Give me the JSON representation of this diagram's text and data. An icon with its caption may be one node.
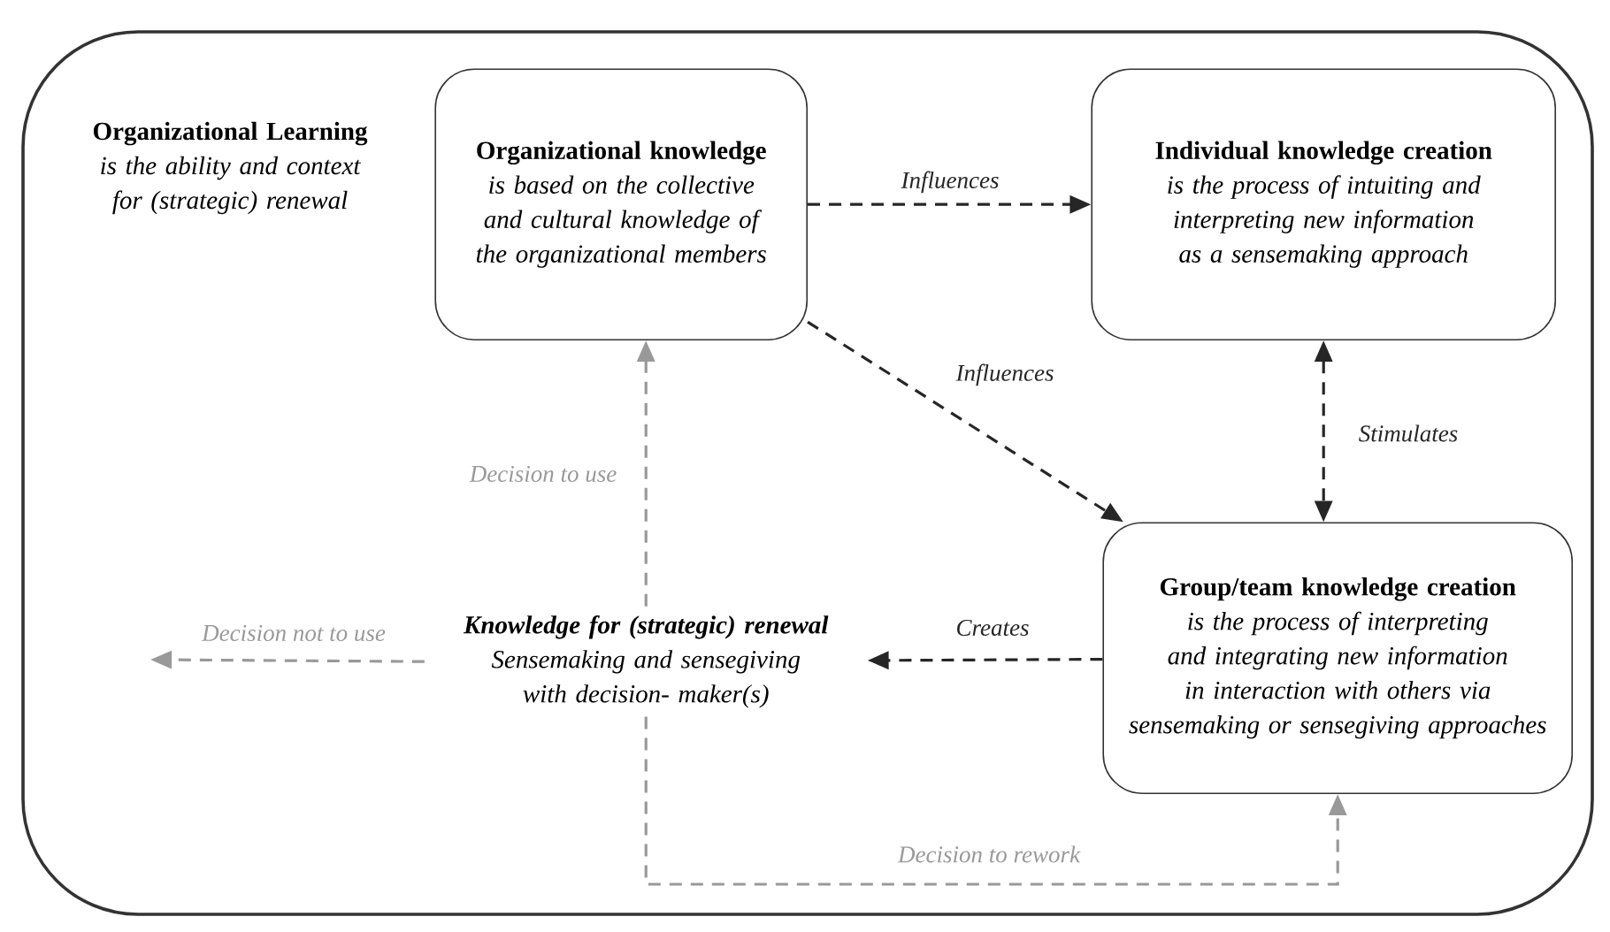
{
  "diagram": {
    "nodes": [
      {
        "text": [
          "Organizational Learning",
          "is the ability and context for (strategic) renewal"
        ]
      },
      {
        "text": [
          "Organizational knowledge",
          "is based on the collective and cultural knowledge of the organizational members"
        ],
        "in": 0
      },
      {
        "text": [
          "Individual knowledge creation",
          "is the process of intuiting and interpreting new information as a sensemaking approach"
        ],
        "in": 0
      },
      {
        "text": [
          "Group/team knowledge creation",
          "is the process of interpreting and integrating new information in interaction with others via sensemaking or sensegiving approaches"
        ],
        "in": 0
      },
      {
        "text": [
          "Knowledge for (strategic) renewal",
          "Sensemaking and sensegiving with decision- maker(s)"
        ],
        "in": 0
      }
    ],
    "edges": [
      {
        "from": 1,
        "to": 2,
        "arrow": "to",
        "label": "Influences",
        "style": "dashed"
      },
      {
        "from": 1,
        "to": 3,
        "arrow": "to",
        "label": "Influences",
        "style": "dashed"
      },
      {
        "from": 2,
        "to": 3,
        "arrow": "both",
        "label": "Stimulates",
        "style": "dashed"
      },
      {
        "from": 3,
        "to": 4,
        "arrow": "to",
        "label": "Creates",
        "style": "dashed"
      },
      {
        "from": 4,
        "to": 1,
        "arrow": "to",
        "label": "Decision to use",
        "style": "dashed",
        "color": "#999999"
      },
      {
        "from": 4,
        "to": null,
        "arrow": "to",
        "label": "Decision not to use",
        "style": "dashed",
        "color": "#999999"
      },
      {
        "from": 4,
        "to": 3,
        "arrow": "to",
        "label": "Decision to rework",
        "style": "dashed",
        "color": "#999999"
      }
    ]
  }
}
